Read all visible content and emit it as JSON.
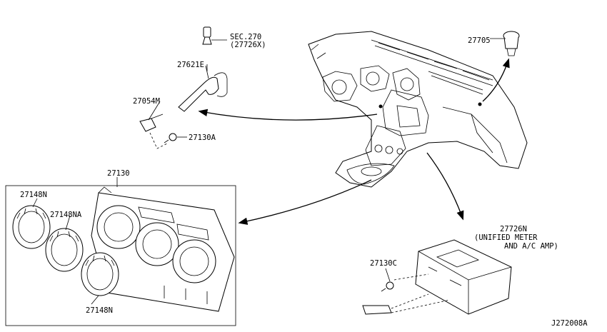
{
  "callouts": {
    "sec270": "SEC.270",
    "sec270_ref": "(27726X)",
    "p27705": "27705",
    "p27621e": "27621E",
    "p27054m": "27054M",
    "p27130a": "27130A",
    "p27130": "27130",
    "p27148n_top": "27148N",
    "p27148na": "27148NA",
    "p27148n_bottom": "27148N",
    "p27726n": "27726N",
    "p27726n_desc1": "(UNIFIED METER",
    "p27726n_desc2": "AND A/C AMP)",
    "p27130c": "27130C"
  },
  "diagram_id": "J272008A"
}
